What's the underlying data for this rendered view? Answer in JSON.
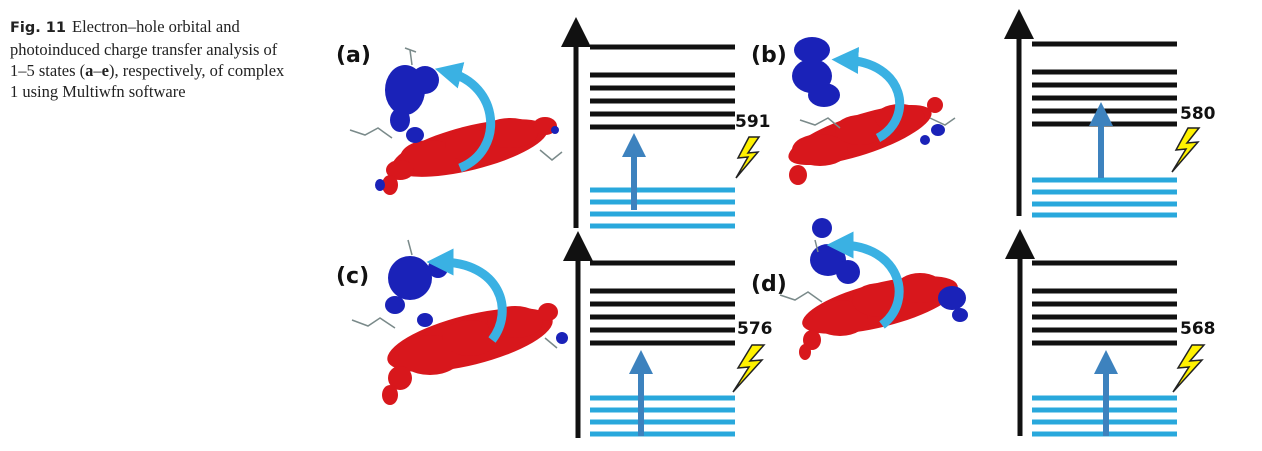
{
  "caption": {
    "figure_label": "Fig. 11",
    "text_pre": "Electron–hole orbital and photoinduced charge transfer analysis of 1–5 states (",
    "bold_a": "a",
    "dash": "–",
    "bold_e": "e",
    "text_post": "), respectively, of complex 1 using Multiwfn software"
  },
  "panels": [
    {
      "letter": "(a)",
      "energy": "591"
    },
    {
      "letter": "(b)",
      "energy": "580"
    },
    {
      "letter": "(c)",
      "energy": "576"
    },
    {
      "letter": "(d)",
      "energy": "568"
    }
  ],
  "colors": {
    "electron_cloud": "#d8171c",
    "hole_cloud": "#1a22b8",
    "transfer_arrow": "#3ab1e3",
    "occupied_levels": "#29a8dc",
    "unoccupied_levels": "#111111",
    "excitation_arrow": "#3d82be",
    "lightning_fill": "#fff200"
  },
  "icons": [
    "lightning-bolt-icon",
    "energy-axis-arrow-icon",
    "charge-transfer-arrow-icon"
  ]
}
